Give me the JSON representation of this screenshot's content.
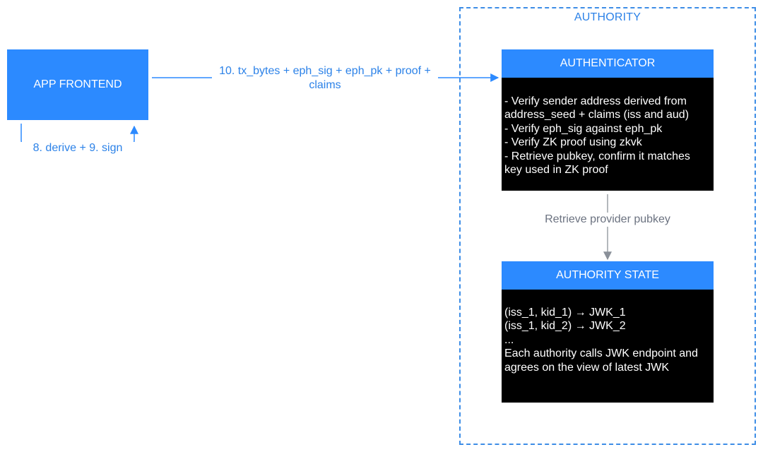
{
  "authority": {
    "title": "AUTHORITY"
  },
  "app_frontend": {
    "label": "APP FRONTEND"
  },
  "self_loop": {
    "label": "8. derive + 9. sign"
  },
  "message": {
    "label": "10. tx_bytes + eph_sig + eph_pk + proof + claims"
  },
  "authenticator": {
    "title": "AUTHENTICATOR",
    "lines": [
      "- Verify sender address derived from",
      "address_seed + claims (iss and aud)",
      "- Verify eph_sig against eph_pk",
      "- Verify ZK proof using zkvk",
      "- Retrieve pubkey, confirm it matches",
      "key used in ZK proof"
    ]
  },
  "retrieve": {
    "label": "Retrieve provider pubkey"
  },
  "authority_state": {
    "title": "AUTHORITY STATE",
    "lines": [
      "(iss_1, kid_1) → JWK_1",
      "(iss_1, kid_2) → JWK_2",
      "...",
      "Each authority calls JWK endpoint and",
      "agrees on the view of latest JWK"
    ]
  },
  "colors": {
    "accent_blue": "#2c8aff",
    "label_blue": "#2c82e8",
    "gray_arrow": "#9aa0a6",
    "box_dark": "#000000"
  }
}
